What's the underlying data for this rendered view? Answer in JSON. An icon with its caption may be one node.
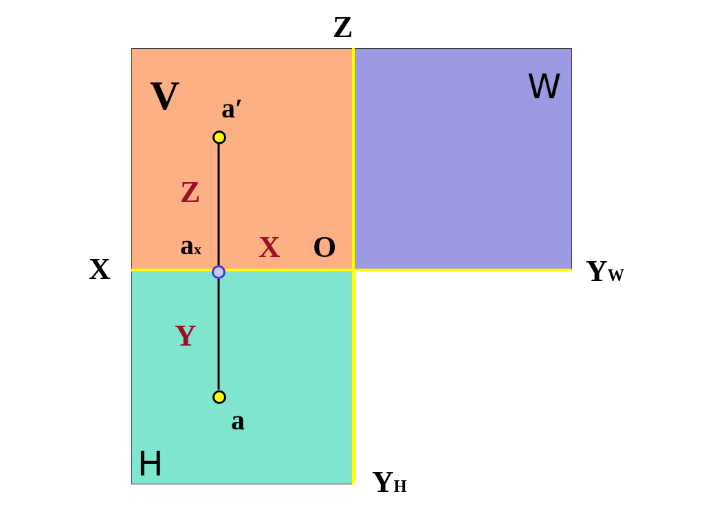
{
  "diagram": {
    "nodes": [
      {
        "text": [
          "V"
        ]
      },
      {
        "text": [
          "W"
        ]
      },
      {
        "text": [
          "H"
        ]
      },
      {
        "text": [],
        "shape": "circle",
        "beside": [
          "a′"
        ],
        "in": 0
      },
      {
        "text": [],
        "shape": "circle",
        "beside": [
          "a$_{x}$"
        ]
      },
      {
        "text": [],
        "shape": "circle",
        "beside": [
          "a"
        ],
        "in": 2
      }
    ],
    "edges": [
      {
        "from": 3,
        "to": 4,
        "arrow": "none",
        "label": "Z"
      },
      {
        "from": 4,
        "to": 5,
        "arrow": "none",
        "label": "Y"
      }
    ],
    "labels": [
      "Z",
      "X",
      "O",
      "X",
      "Y$_{W}$",
      "Y$_{H}$"
    ]
  }
}
